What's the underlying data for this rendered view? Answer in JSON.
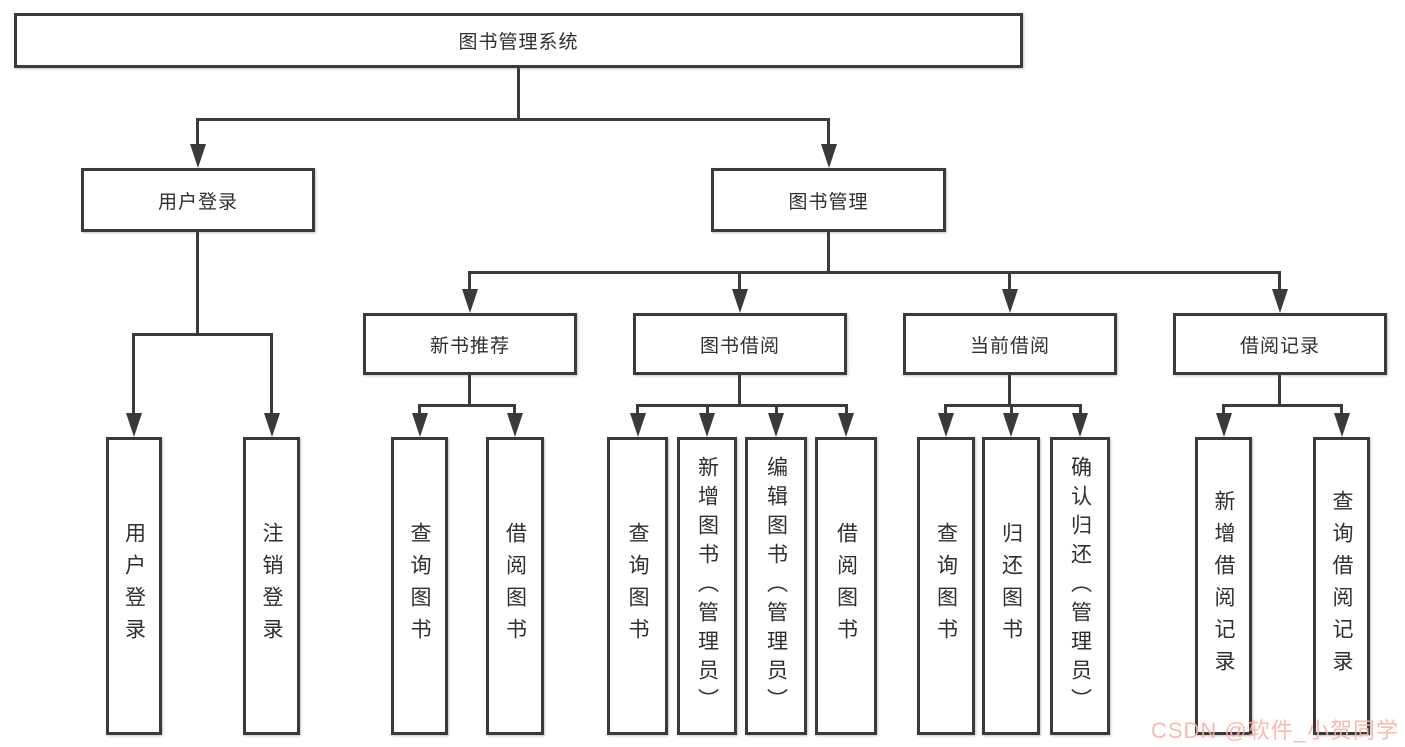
{
  "diagram": {
    "root": {
      "label": "图书管理系统"
    },
    "branches": [
      {
        "label": "用户登录",
        "children": [
          "用户登录",
          "注销登录"
        ]
      },
      {
        "label": "图书管理",
        "sections": [
          {
            "label": "新书推荐",
            "children": [
              "查询图书",
              "借阅图书"
            ]
          },
          {
            "label": "图书借阅",
            "children": [
              "查询图书",
              "新增图书（管理员）",
              "编辑图书（管理员）",
              "借阅图书"
            ]
          },
          {
            "label": "当前借阅",
            "children": [
              "查询图书",
              "归还图书",
              "确认归还（管理员）"
            ]
          },
          {
            "label": "借阅记录",
            "children": [
              "新增借阅记录",
              "查询借阅记录"
            ]
          }
        ]
      }
    ]
  },
  "watermark": {
    "text": "CSDN @软件_小贺同学",
    "color": "#F6B2A6"
  },
  "colors": {
    "line": "#3A3A3A",
    "box_border": "#3A3A3A",
    "text": "#2F2F2F",
    "background": "#FFFFFF"
  }
}
